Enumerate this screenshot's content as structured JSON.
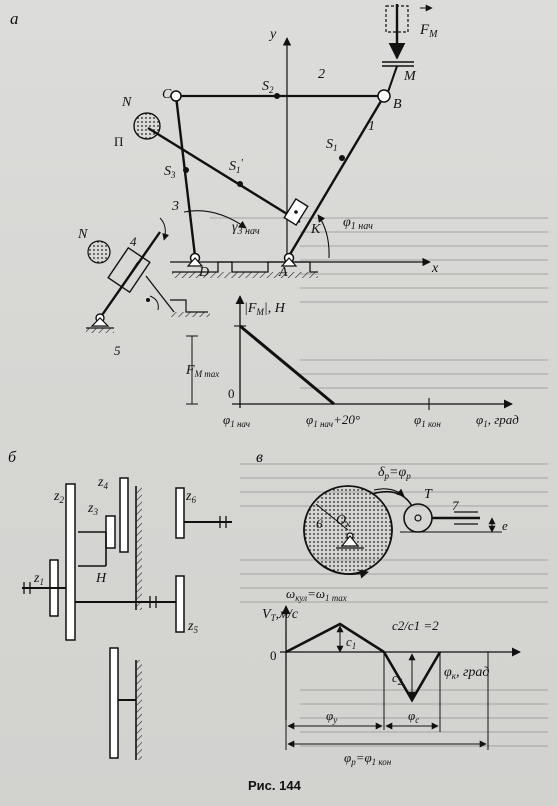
{
  "figure": {
    "caption": "Рис. 144",
    "panels": {
      "a": {
        "label": "а",
        "axes": {
          "x": "x",
          "y": "y"
        },
        "points": {
          "A": "A",
          "B": "B",
          "C": "C",
          "D": "D",
          "K": "K",
          "M": "M",
          "N_top": "N",
          "N_low": "N",
          "P": "П"
        },
        "centers": {
          "S1": "S",
          "S1_sub": "1",
          "S2": "S",
          "S2_sub": "2",
          "S3": "S",
          "S3_sub": "3",
          "S1p": "S",
          "S1p_sub": "1",
          "S1p_mark": "'"
        },
        "links": {
          "l1": "1",
          "l2": "2",
          "l3": "3",
          "l4": "4",
          "l5": "5"
        },
        "force": {
          "F": "F",
          "F_sub": "M"
        },
        "angles": {
          "gamma": "γ",
          "gamma_sub": "3 нач",
          "phi": "φ",
          "phi_sub": "1 нач"
        }
      },
      "a_graph": {
        "ylabel_prefix": "|F",
        "ylabel_sub": "M",
        "ylabel_suffix": "|, Н",
        "fmax": "F",
        "fmax_sub": "M max",
        "zero": "0",
        "tick1": "φ",
        "tick1_sub": "1 нач",
        "tick2": "φ",
        "tick2_sub": "1 нач",
        "tick2_suffix": "+20°",
        "tick3": "φ",
        "tick3_sub": "1 кон",
        "xunit": "φ",
        "xunit_sub": "1",
        "xunit_suffix": ", град"
      },
      "b": {
        "label": "б",
        "gears": {
          "z1": "z",
          "z1_sub": "1",
          "z2": "z",
          "z2_sub": "2",
          "z3": "z",
          "z3_sub": "3",
          "z4": "z",
          "z4_sub": "4",
          "z5": "z",
          "z5_sub": "5",
          "z6": "z",
          "z6_sub": "6",
          "H": "H"
        }
      },
      "v": {
        "label": "в",
        "delta": "δ",
        "delta_sub": "p",
        "delta_eq": "=φ",
        "delta_eq_sub": "p",
        "T": "T",
        "Ok": "O",
        "Ok_sub": "к",
        "num6": "6",
        "num7": "7",
        "e": "e",
        "omega": "ω",
        "omega_sub": "кул",
        "omega_eq": "=ω",
        "omega_eq_sub": "1 max"
      },
      "v_graph": {
        "ylabel": "V",
        "ylabel_sub": "T",
        "ylabel_suffix": ",м/с",
        "zero": "0",
        "c1": "c",
        "c1_sub": "1",
        "c2": "c",
        "c2_sub": "2",
        "ratio": "c2/c1 =2",
        "phik": "φ",
        "phik_sub": "к",
        "phik_suffix": ", град",
        "phiy": "φ",
        "phiy_sub": "у",
        "phic": "φ",
        "phic_sub": "c",
        "phip": "φ",
        "phip_sub": "p",
        "phip_eq": "=φ",
        "phip_eq_sub": "1 кон"
      }
    }
  },
  "colors": {
    "ink": "#111111",
    "paper": "#d7d7d4",
    "hatch": "#222222"
  }
}
